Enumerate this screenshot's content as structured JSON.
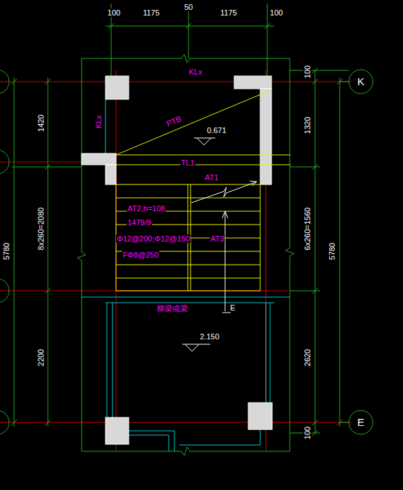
{
  "diagram": {
    "labels": [
      "100",
      "1175",
      "50",
      "1175",
      "100",
      "KLx",
      "KLx",
      "PTB",
      "0.671",
      "TL1",
      "AT1",
      "AT2,h=108",
      "1479/9",
      "Φ12@200;Φ12@150",
      "AT3",
      "FΦ8@250",
      "梯梁或梁",
      "E",
      "2.150",
      "1420",
      "8x260=2080",
      "5780",
      "2200",
      "100",
      "1320",
      "6x260=1560",
      "2620",
      "100",
      "5780",
      "K",
      "E"
    ]
  }
}
